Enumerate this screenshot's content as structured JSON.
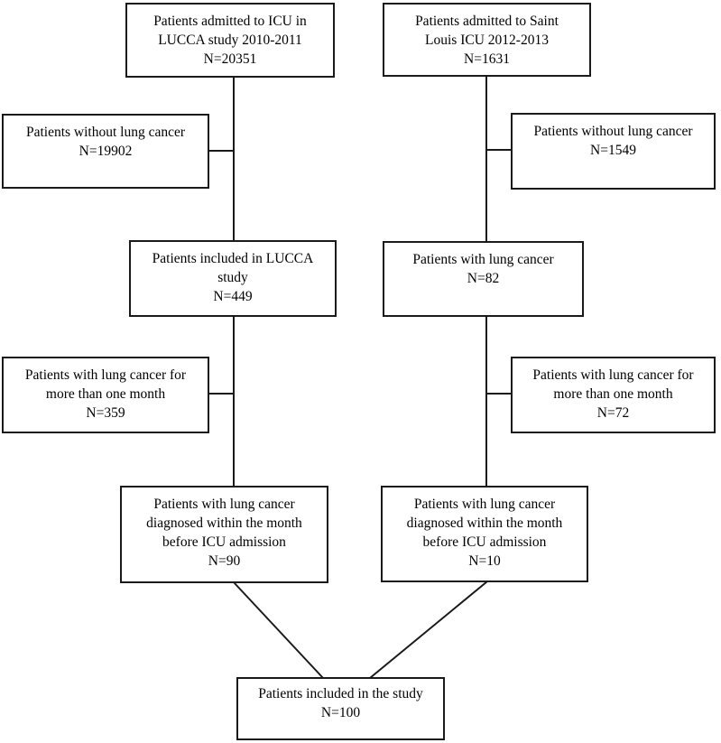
{
  "diagram": {
    "type": "flowchart",
    "background_color": "#ffffff",
    "box_border_color": "#1a1a1a",
    "connector_color": "#1a1a1a",
    "text_color": "#000000",
    "boxes": [
      {
        "id": "lucca-admitted",
        "lines": [
          "Patients admitted to ICU in",
          "LUCCA study 2010-2011",
          "N=20351"
        ],
        "n": 20351
      },
      {
        "id": "saint-louis-admitted",
        "lines": [
          "Patients admitted to Saint",
          "Louis ICU 2012-2013",
          "N=1631"
        ],
        "n": 1631
      },
      {
        "id": "lucca-without-lung-cancer",
        "lines": [
          "Patients without lung cancer",
          "N=19902"
        ],
        "n": 19902
      },
      {
        "id": "saint-louis-without-lung-cancer",
        "lines": [
          "Patients without lung cancer",
          "N=1549"
        ],
        "n": 1549
      },
      {
        "id": "lucca-included",
        "lines": [
          "Patients included in LUCCA",
          "study",
          "N=449"
        ],
        "n": 449
      },
      {
        "id": "saint-louis-with-lung-cancer",
        "lines": [
          "Patients with lung cancer",
          "N=82"
        ],
        "n": 82
      },
      {
        "id": "lucca-cancer-more-than-month",
        "lines": [
          "Patients with lung cancer for",
          "more than one month",
          "N=359"
        ],
        "n": 359
      },
      {
        "id": "saint-louis-cancer-more-than-month",
        "lines": [
          "Patients with lung cancer for",
          "more than one month",
          "N=72"
        ],
        "n": 72
      },
      {
        "id": "lucca-diagnosed-within-month",
        "lines": [
          "Patients with lung cancer",
          "diagnosed within the month",
          "before ICU admission",
          "N=90"
        ],
        "n": 90
      },
      {
        "id": "saint-louis-diagnosed-within-month",
        "lines": [
          "Patients with lung cancer",
          "diagnosed within the month",
          "before ICU admission",
          "N=10"
        ],
        "n": 10
      },
      {
        "id": "study-included",
        "lines": [
          "Patients included in the study",
          "N=100"
        ],
        "n": 100
      }
    ]
  }
}
